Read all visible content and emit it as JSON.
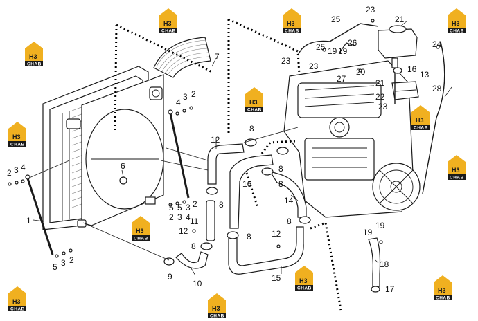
{
  "brand": {
    "logo_text": "CHAB",
    "logo_mark": "H3",
    "color_gold": "#f0b020",
    "color_dark": "#1a1a1a",
    "marks": [
      {
        "id": "logo-1"
      },
      {
        "id": "logo-2"
      },
      {
        "id": "logo-3"
      },
      {
        "id": "logo-4"
      },
      {
        "id": "logo-5"
      },
      {
        "id": "logo-6"
      },
      {
        "id": "logo-7"
      },
      {
        "id": "logo-8"
      },
      {
        "id": "logo-9"
      },
      {
        "id": "logo-10"
      },
      {
        "id": "logo-11"
      },
      {
        "id": "logo-12"
      },
      {
        "id": "logo-13"
      }
    ]
  },
  "callouts": [
    "1",
    "2",
    "3",
    "4",
    "2",
    "3",
    "4",
    "2",
    "3",
    "4",
    "5",
    "5",
    "3",
    "2",
    "5",
    "3",
    "2",
    "6",
    "7",
    "8",
    "8",
    "8",
    "8",
    "8",
    "8",
    "8",
    "9",
    "10",
    "11",
    "12",
    "12",
    "12",
    "13",
    "14",
    "15",
    "16",
    "16",
    "17",
    "18",
    "19",
    "19",
    "19",
    "19",
    "20",
    "21",
    "21",
    "22",
    "23",
    "23",
    "23",
    "23",
    "24",
    "25",
    "25",
    "26",
    "27",
    "28"
  ]
}
